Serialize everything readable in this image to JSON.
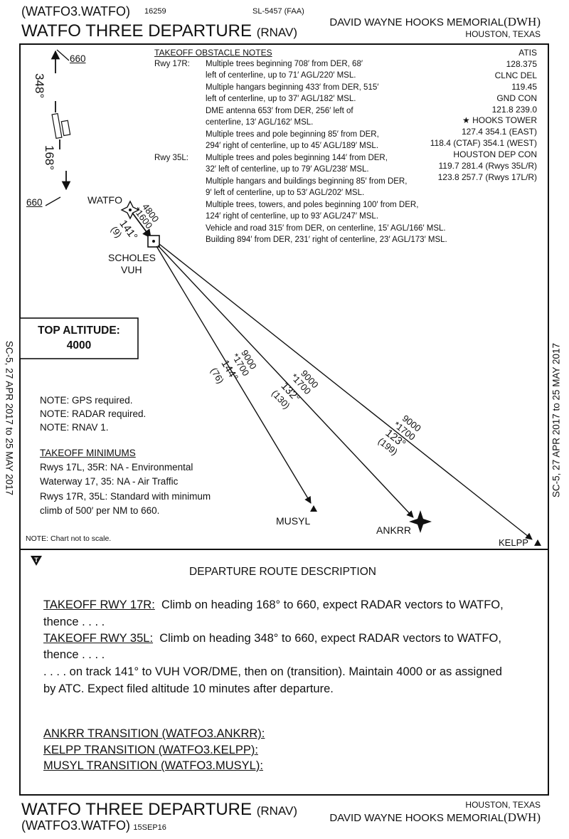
{
  "header": {
    "computer_code": "(WATFO3.WATFO)",
    "amendment_number": "16259",
    "sl_number": "SL-5457 (FAA)",
    "procedure_title": "WATFO THREE DEPARTURE",
    "procedure_type": "(RNAV)",
    "airport_name": "DAVID WAYNE HOOKS MEMORIAL",
    "airport_id": "(DWH)",
    "city_state": "HOUSTON, TEXAS"
  },
  "side_dates": {
    "left": "SC-5,  27 APR 2017  to  25 MAY 2017",
    "right": "SC-5,  27 APR 2017  to  25 MAY 2017"
  },
  "takeoff_obstacle_notes": {
    "heading": "TAKEOFF OBSTACLE NOTES",
    "rwy17r_label": "Rwy 17R:",
    "rwy35l_label": "Rwy 35L:",
    "lines": [
      "Multiple trees beginning 708′ from DER, 68′",
      "left of centerline, up to 71′ AGL/220′ MSL.",
      "Multiple hangars beginning 433′ from DER, 515′",
      "left of centerline, up to 37′ AGL/182′ MSL.",
      "DME antenna 653′ from DER, 256′ left of",
      "centerline, 13′ AGL/162′ MSL.",
      "Multiple trees and pole beginning 85′ from DER,",
      "294′ right of centerline, up to 45′ AGL/189′ MSL.",
      "Multiple trees and poles beginning 144′ from DER,",
      "32′ left of centerline, up to 79′ AGL/238′ MSL.",
      "Multiple hangars and buildings beginning 85′ from DER,",
      "9′ left of centerline, up to 53′ AGL/202′ MSL.",
      "Multiple trees, towers, and poles beginning 100′ from DER,",
      "124′ right of centerline, up to 93′ AGL/247′ MSL.",
      "Vehicle and road 315′ from DER, on centerline, 15′ AGL/166′ MSL.",
      "Building 894′ from DER, 231′ right of centerline, 23′ AGL/173′ MSL."
    ]
  },
  "frequencies": {
    "lines": [
      "ATIS",
      "128.375",
      "CLNC DEL",
      "119.45",
      "GND CON",
      "121.8  239.0",
      "★ HOOKS TOWER",
      "127.4  354.1  (EAST)",
      "118.4 (CTAF)  354.1  (WEST)",
      "HOUSTON DEP CON",
      "119.7  281.4 (Rwys 35L/R)",
      "123.8  257.7 (Rwys 17L/R)"
    ]
  },
  "plan_view": {
    "runway_top_alt": "660",
    "runway_bottom_alt": "660",
    "heading_north": "348°",
    "heading_south": "168°",
    "fix_watfo": "WATFO",
    "watfo_leg_alt_max": "4800",
    "watfo_leg_alt_min": "*1600",
    "watfo_leg_course": "141°",
    "watfo_leg_distance": "(9)",
    "navaid_name": "SCHOLES",
    "navaid_id": "VUH",
    "top_altitude_label": "TOP ALTITUDE:",
    "top_altitude_value": "4000",
    "notes": [
      "NOTE:  GPS required.",
      "NOTE:  RADAR required.",
      "NOTE:  RNAV 1."
    ],
    "takeoff_minimums_heading": "TAKEOFF MINIMUMS",
    "takeoff_minimums": [
      "Rwys 17L, 35R:  NA - Environmental",
      "Waterway 17, 35:  NA - Air Traffic",
      "Rwys 17R, 35L:  Standard with minimum",
      "climb of 500′ per NM to 660."
    ],
    "not_to_scale": "NOTE: Chart not to scale.",
    "transitions": [
      {
        "fix": "MUSYL",
        "alt_max": "9000",
        "alt_min": "*1700",
        "course": "144°",
        "distance": "(76)"
      },
      {
        "fix": "ANKRR",
        "alt_max": "9000",
        "alt_min": "*1700",
        "course": "132°",
        "distance": "(130)"
      },
      {
        "fix": "KELPP",
        "alt_max": "9000",
        "alt_min": "*1700",
        "course": "123°",
        "distance": "(199)"
      }
    ]
  },
  "route_description": {
    "heading": "DEPARTURE ROUTE DESCRIPTION",
    "rwy17r_label": "TAKEOFF RWY 17R:",
    "rwy17r_text": "Climb on heading 168° to 660, expect RADAR vectors to WATFO,",
    "rwy17r_cont": "thence . . . .",
    "rwy35l_label": "TAKEOFF RWY 35L:",
    "rwy35l_text": "Climb on heading 348° to 660, expect RADAR vectors to WATFO,",
    "rwy35l_cont": "thence . . . .",
    "line3": ". . . . on track 141° to VUH VOR/DME, then on (transition).  Maintain 4000 or as assigned",
    "line4": "by ATC.  Expect filed altitude 10 minutes after departure.",
    "transitions": [
      "ANKRR TRANSITION (WATFO3.ANKRR):",
      "KELPP TRANSITION (WATFO3.KELPP):",
      "MUSYL TRANSITION (WATFO3.MUSYL):"
    ]
  },
  "footer": {
    "procedure_title": "WATFO THREE DEPARTURE",
    "procedure_type": "(RNAV)",
    "computer_code": "(WATFO3.WATFO)",
    "date": "15SEP16",
    "city_state": "HOUSTON, TEXAS",
    "airport_name": "DAVID WAYNE HOOKS MEMORIAL",
    "airport_id": "(DWH)"
  }
}
